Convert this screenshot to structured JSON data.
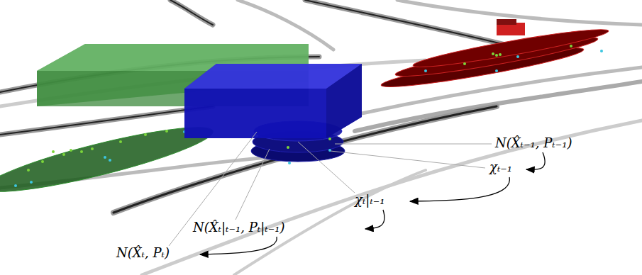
{
  "diagram": {
    "labels": [
      "N(X̂ₜ₋₁, Pₜ₋₁)",
      "χₜ₋₁",
      "χₜ|ₜ₋₁",
      "N(X̂ₜ|ₜ₋₁, Pₜ|ₜ₋₁)",
      "N(X̂ₜ, Pₜ)"
    ]
  }
}
